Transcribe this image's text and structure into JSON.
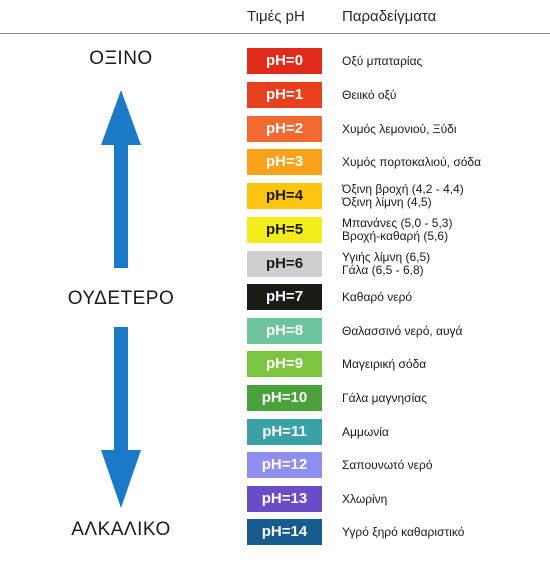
{
  "header": {
    "ph_values": "Τιμές pH",
    "examples": "Παραδείγματα"
  },
  "side_labels": {
    "acid": "ΟΞΙΝΟ",
    "neutral": "ΟΥΔΕΤΕΡΟ",
    "alkaline": "ΑΛΚΑΛΙΚΟ"
  },
  "colors": {
    "arrow": "#1a7ac8"
  },
  "rows": [
    {
      "label": "pH=0",
      "color": "#e02a1c",
      "dark_text": false,
      "lines": [
        "Οξύ μπαταρίας"
      ]
    },
    {
      "label": "pH=1",
      "color": "#e8401f",
      "dark_text": false,
      "lines": [
        "Θειικό οξύ"
      ]
    },
    {
      "label": "pH=2",
      "color": "#f26a32",
      "dark_text": false,
      "lines": [
        "Χυμός λεμονιού, Ξύδι"
      ]
    },
    {
      "label": "pH=3",
      "color": "#f9a21a",
      "dark_text": false,
      "lines": [
        "Χυμός πορτοκαλιού, σόδα"
      ]
    },
    {
      "label": "pH=4",
      "color": "#fcc60e",
      "dark_text": true,
      "lines": [
        "Όξινη βροχή (4,2 - 4,4)",
        "Όξινη λίμνη (4,5)"
      ]
    },
    {
      "label": "pH=5",
      "color": "#f4ec1b",
      "dark_text": true,
      "lines": [
        "Μπανάνες (5,0 - 5,3)",
        "Βροχή-καθαρή (5,6)"
      ]
    },
    {
      "label": "pH=6",
      "color": "#cfcfcf",
      "dark_text": true,
      "lines": [
        "Υγιής λίμνη (6,5)",
        "Γάλα (6,5 - 6,8)"
      ]
    },
    {
      "label": "pH=7",
      "color": "#1b1b16",
      "dark_text": false,
      "lines": [
        "Καθαρό νερό"
      ]
    },
    {
      "label": "pH=8",
      "color": "#6ec59b",
      "dark_text": false,
      "lines": [
        "Θαλασσινό νερό, αυγά"
      ]
    },
    {
      "label": "pH=9",
      "color": "#7cc540",
      "dark_text": false,
      "lines": [
        "Μαγειρική σόδα"
      ]
    },
    {
      "label": "pH=10",
      "color": "#4aa33a",
      "dark_text": false,
      "lines": [
        "Γάλα μαγνησίας"
      ]
    },
    {
      "label": "pH=11",
      "color": "#3aa1a6",
      "dark_text": false,
      "lines": [
        "Αμμωνία"
      ]
    },
    {
      "label": "pH=12",
      "color": "#8f8fef",
      "dark_text": false,
      "lines": [
        "Σαπουνωτό νερό"
      ]
    },
    {
      "label": "pH=13",
      "color": "#6a4cc7",
      "dark_text": false,
      "lines": [
        "Χλωρίνη"
      ]
    },
    {
      "label": "pH=14",
      "color": "#175c8e",
      "dark_text": false,
      "lines": [
        "Υγρό ξηρό καθαριστικό"
      ]
    }
  ]
}
